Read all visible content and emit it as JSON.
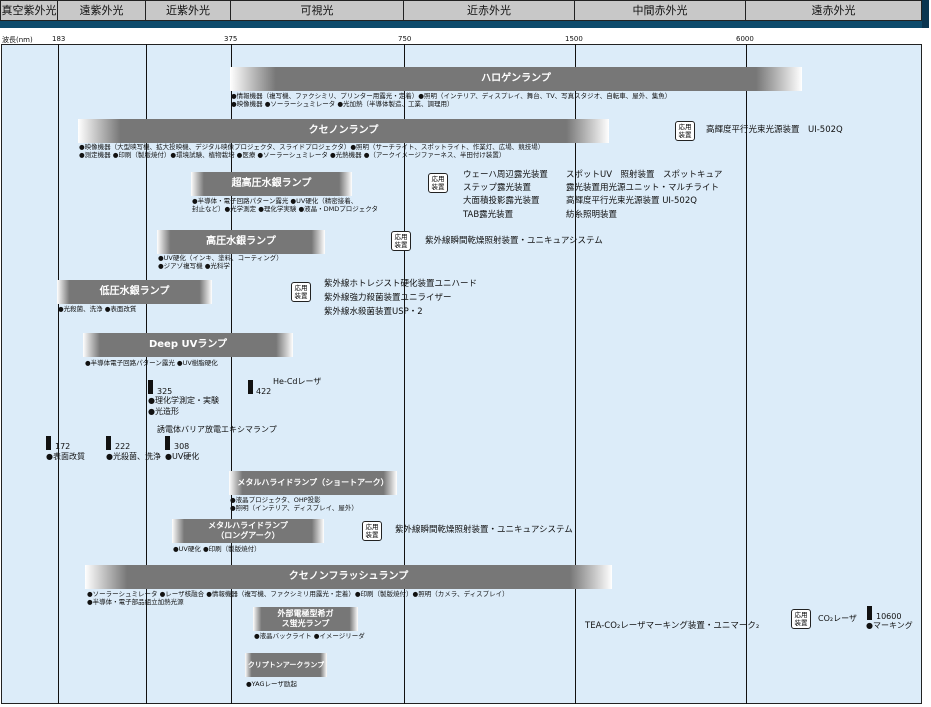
{
  "header": {
    "regions": [
      "真空紫外光",
      "遠紫外光",
      "近紫外光",
      "可視光",
      "近赤外光",
      "中間赤外光",
      "遠赤外光"
    ],
    "axis_label": "波長(nm)",
    "ticks": [
      "183",
      "375",
      "750",
      "1500",
      "6000"
    ]
  },
  "app_badge": "応用装置",
  "lamps": [
    {
      "name": "ハロゲンランプ",
      "notes": [
        "●情報機器（複写機、ファクシミリ、プリンター用露光・定着）●照明（インテリア、ディスプレイ、舞台、TV、写真スタジオ、自転車、屋外、集魚）",
        "●映像機器 ●ソーラーシュミレータ ●光加熱（半導体製造、工業、調理用）"
      ]
    },
    {
      "name": "クセノンランプ",
      "notes": [
        "●映像機器（大型映写機、拡大投映機、デジタル映像プロジェクタ、スライドプロジェクタ）●照明（サーチライト、スポットライト、作業灯、広場、競技場）",
        "●測定機器 ●印刷（製版焼付）●環境試験、植物栽培 ●医療 ●ソーラーシュミレータ ●光熱機器 ●（アークイメージファーネス、半田付け装置）"
      ]
    },
    {
      "name": "超高圧水銀ランプ",
      "notes": [
        "●半導体・電子回路パターン露光 ●UV硬化（精密接着、",
        "封止など）●光学測定 ●理化学実験 ●液晶・DMDプロジェクタ"
      ]
    },
    {
      "name": "高圧水銀ランプ",
      "notes": [
        "●UV硬化（インキ、塗料、コーティング）",
        "●ジアゾ複写機 ●光科学"
      ]
    },
    {
      "name": "低圧水銀ランプ",
      "notes": [
        "●光殺菌、洗浄 ●表面改質"
      ]
    },
    {
      "name": "Deep UVランプ",
      "notes": [
        "●半導体電子回路パターン露光 ●UV樹脂硬化"
      ]
    },
    {
      "name": "メタルハライドランプ（ショートアーク）",
      "notes": [
        "●液晶プロジェクタ、OHP投影",
        "●照明（インテリア、ディスプレイ、屋外）"
      ]
    },
    {
      "name": "メタルハライドランプ（ロングアーク）",
      "notes": [
        "●UV硬化 ●印刷（製版焼付）"
      ]
    },
    {
      "name": "クセノンフラッシュランプ",
      "notes": [
        "●ソーラーシュミレータ ●レーザ核融合 ●情報機器（複写機、ファクシミリ用露光・定着）●印刷（製版焼付）●照明（カメラ、ディスプレイ）",
        "●半導体・電子部品組立加熱光源"
      ]
    },
    {
      "name": "外部電極型希ガス蛍光ランプ",
      "notes": [
        "●液晶バックライト ●イメージリーダ"
      ]
    },
    {
      "name": "クリプトンアークランプ",
      "notes": [
        "●YAGレーザ励起"
      ]
    }
  ],
  "apps": [
    {
      "lines": [
        "高輝度平行光束光源装置　UI-502Q"
      ]
    },
    {
      "lines": [
        "ウェーハ周辺露光装置",
        "ステップ露光装置",
        "大面積投影露光装置",
        "TAB露光装置"
      ]
    },
    {
      "lines": [
        "スポットUV　照射装置　スポットキュア",
        "露光装置用光源ユニット・マルチライト",
        "高輝度平行光束光源装置 UI-502Q",
        "紡糸照明装置"
      ]
    },
    {
      "lines": [
        "紫外線瞬間乾燥照射装置・ユニキュアシステム"
      ]
    },
    {
      "lines": [
        "紫外線ホトレジスト硬化装置ユニハード",
        "紫外線強力殺菌装置ユニライザー",
        "紫外線水殺菌装置USP・2"
      ]
    },
    {
      "lines": [
        "紫外線瞬間乾燥照射装置・ユニキュアシステム"
      ]
    },
    {
      "lines": [
        "TEA-CO₂レーザマーキング装置・ユニマーク₂"
      ]
    }
  ],
  "lines": {
    "l325": {
      "wl": "325",
      "uses": [
        "●理化学測定・実験",
        "●光造形"
      ]
    },
    "hecd": {
      "name": "He-Cdレーザ",
      "wl": "422"
    },
    "excimer": {
      "name": "誘電体バリア放電エキシマランプ"
    },
    "l172": {
      "wl": "172",
      "use": "●表面改質"
    },
    "l222": {
      "wl": "222",
      "use": "●光殺菌、洗浄"
    },
    "l308": {
      "wl": "308",
      "use": "●UV硬化"
    },
    "co2": {
      "name": "CO₂レーザ",
      "wl": "10600",
      "use": "●マーキング"
    }
  }
}
